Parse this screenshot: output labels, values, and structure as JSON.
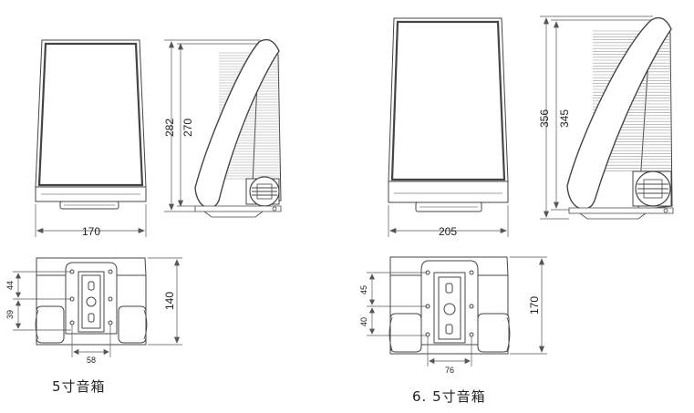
{
  "colors": {
    "line": "#444444",
    "dimension": "#555555",
    "panel": "#ffffff",
    "ribs": "#9a9a9a",
    "text": "#222222"
  },
  "speaker_5": {
    "caption": "5寸音箱",
    "front_width": "170",
    "side_outer_height": "282",
    "side_inner_height": "270",
    "bottom_depth": "140",
    "hole_spacing_top": "44",
    "hole_spacing_bottom": "39",
    "hole_spacing_horizontal": "58"
  },
  "speaker_65": {
    "caption": "6. 5寸音箱",
    "front_width": "205",
    "side_outer_height": "356",
    "side_inner_height": "345",
    "bottom_depth": "170",
    "hole_spacing_top": "45",
    "hole_spacing_bottom": "40",
    "hole_spacing_horizontal": "76"
  }
}
